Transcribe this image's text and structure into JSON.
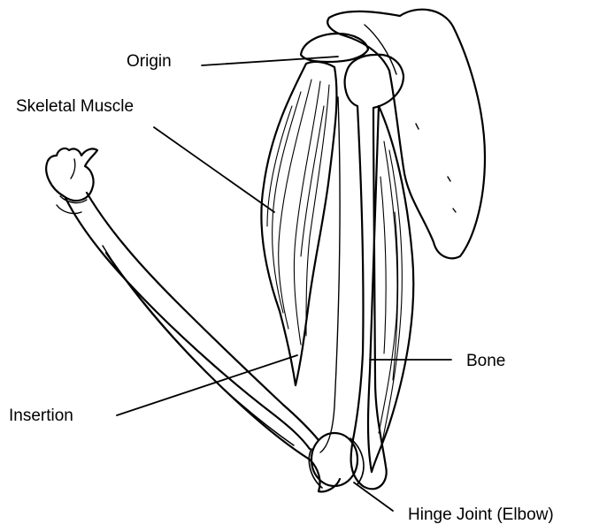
{
  "labels": {
    "origin": "Origin",
    "skeletal_muscle": "Skeletal Muscle",
    "bone": "Bone",
    "insertion": "Insertion",
    "hinge_joint": "Hinge Joint (Elbow)"
  },
  "colors": {
    "ink": "#000000",
    "background": "#ffffff"
  }
}
